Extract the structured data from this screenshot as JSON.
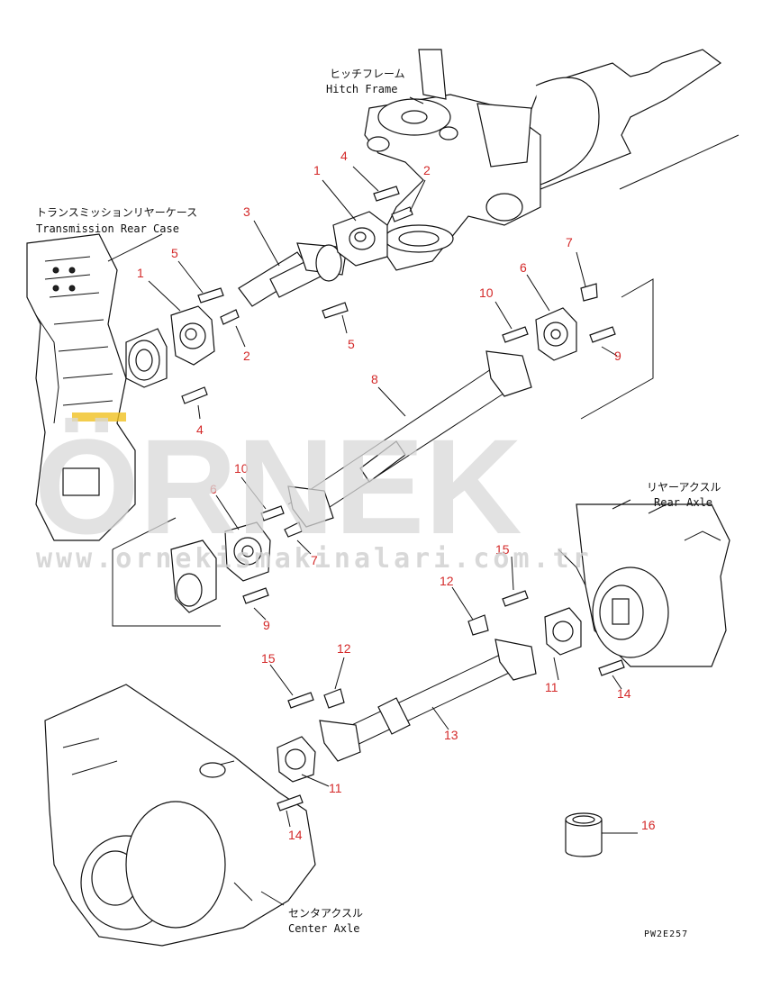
{
  "labels": {
    "hitch_jp": "ヒッチフレーム",
    "hitch_en": "Hitch Frame",
    "trans_jp": "トランスミッションリヤーケース",
    "trans_en": "Transmission Rear Case",
    "rear_jp": "リヤーアクスル",
    "rear_en": "Rear Axle",
    "center_jp": "センタアクスル",
    "center_en": "Center Axle",
    "drawing_code": "PW2E257"
  },
  "watermark": {
    "brand": "ÖRNEK",
    "url": "www.ornekismakinalari.com.tr"
  },
  "callouts": [
    {
      "id": "c1a",
      "text": "1"
    },
    {
      "id": "c4a",
      "text": "4"
    },
    {
      "id": "c2a",
      "text": "2"
    },
    {
      "id": "c3",
      "text": "3"
    },
    {
      "id": "c5a",
      "text": "5"
    },
    {
      "id": "c1b",
      "text": "1"
    },
    {
      "id": "c5b",
      "text": "5"
    },
    {
      "id": "c2b",
      "text": "2"
    },
    {
      "id": "c4b",
      "text": "4"
    },
    {
      "id": "c7a",
      "text": "7"
    },
    {
      "id": "c6a",
      "text": "6"
    },
    {
      "id": "c10a",
      "text": "10"
    },
    {
      "id": "c9a",
      "text": "9"
    },
    {
      "id": "c8",
      "text": "8"
    },
    {
      "id": "c10b",
      "text": "10"
    },
    {
      "id": "c6b",
      "text": "6"
    },
    {
      "id": "c7b",
      "text": "7"
    },
    {
      "id": "c9b",
      "text": "9"
    },
    {
      "id": "c15a",
      "text": "15"
    },
    {
      "id": "c12a",
      "text": "12"
    },
    {
      "id": "c15b",
      "text": "15"
    },
    {
      "id": "c12b",
      "text": "12"
    },
    {
      "id": "c11a",
      "text": "11"
    },
    {
      "id": "c14a",
      "text": "14"
    },
    {
      "id": "c13",
      "text": "13"
    },
    {
      "id": "c11b",
      "text": "11"
    },
    {
      "id": "c14b",
      "text": "14"
    },
    {
      "id": "c16",
      "text": "16"
    }
  ],
  "colors": {
    "callout": "#d42a2a",
    "line": "#111111",
    "watermark": "#d9d9d9",
    "watermark_accent": "#f0c020"
  }
}
